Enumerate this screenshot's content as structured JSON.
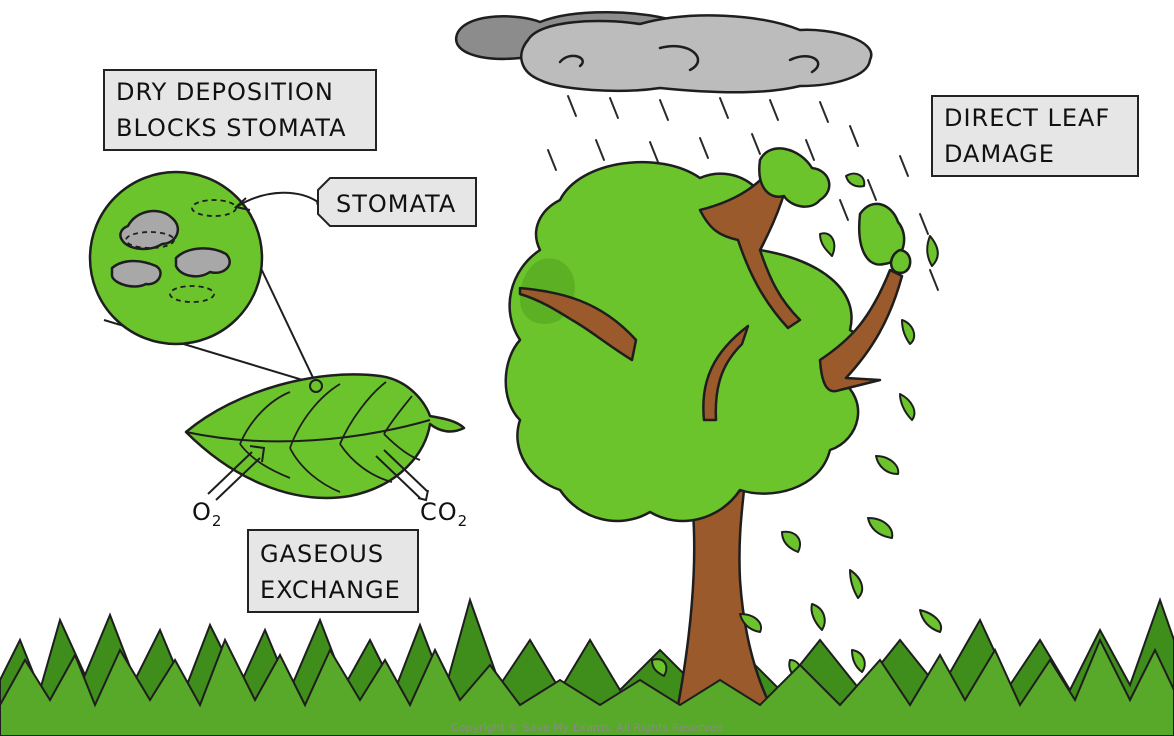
{
  "labels": {
    "dry_deposition_line1": "DRY DEPOSITION",
    "dry_deposition_line2": "BLOCKS STOMATA",
    "stomata": "STOMATA",
    "direct_leaf_line1": "DIRECT LEAF",
    "direct_leaf_line2": "DAMAGE",
    "gaseous_line1": "GASEOUS",
    "gaseous_line2": "EXCHANGE",
    "oxygen_main": "O",
    "oxygen_sub": "2",
    "co2_main": "CO",
    "co2_sub": "2"
  },
  "copyright": "Copyright © Save My Exams. All Rights Reserved",
  "colors": {
    "leaf_green": "#6cc42c",
    "dark_green": "#3f8e1c",
    "grass_green": "#58a82a",
    "trunk_brown": "#9a5a2c",
    "cloud_grey": "#b9b9b9",
    "dark_cloud": "#8c8c8c",
    "deposit_grey": "#a8a8a8",
    "label_box": "#e6e6e6"
  }
}
